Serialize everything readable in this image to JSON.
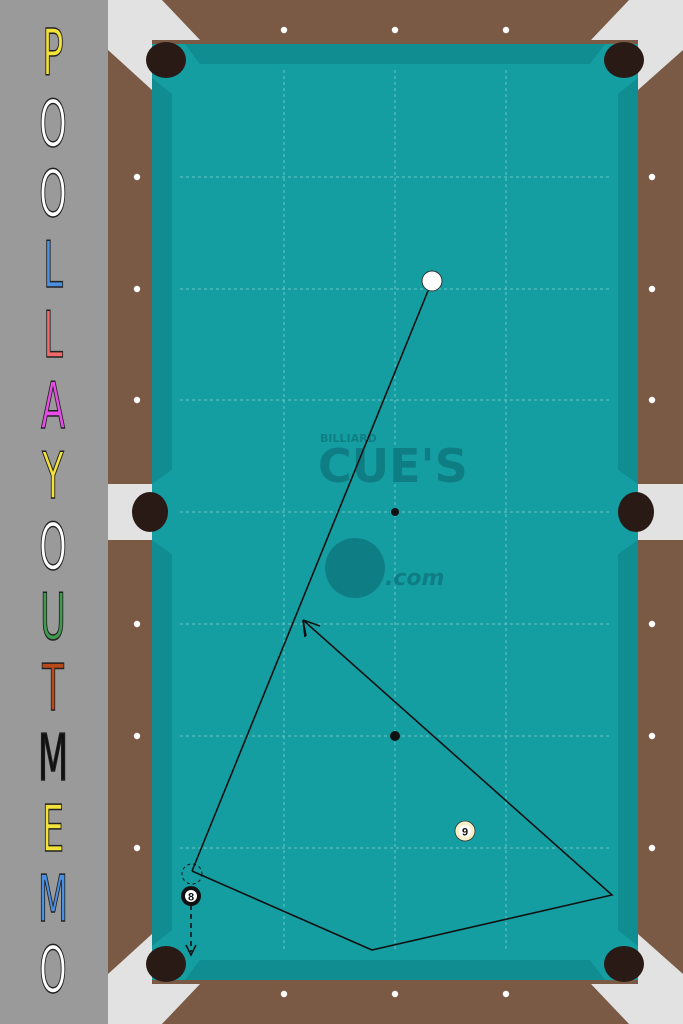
{
  "sidebar": {
    "title_letters": [
      {
        "char": "P",
        "color": "#f2e23a"
      },
      {
        "char": "O",
        "color": "#ffffff"
      },
      {
        "char": "O",
        "color": "#ffffff"
      },
      {
        "char": "L",
        "color": "#4a8fe0"
      },
      {
        "char": "L",
        "color": "#f06a6a"
      },
      {
        "char": "A",
        "color": "#e84ce8"
      },
      {
        "char": "Y",
        "color": "#f2e23a"
      },
      {
        "char": "O",
        "color": "#ffffff"
      },
      {
        "char": "U",
        "color": "#3f9a4f"
      },
      {
        "char": "T",
        "color": "#b84a1a"
      },
      {
        "char": "M",
        "color": "#111111"
      },
      {
        "char": "E",
        "color": "#f2e23a"
      },
      {
        "char": "M",
        "color": "#4a8fe0"
      },
      {
        "char": "O",
        "color": "#ffffff"
      }
    ]
  },
  "watermark": {
    "small": "BILLIARD",
    "big": "CUE'S",
    "com": ".com"
  },
  "balls": {
    "cue": {
      "label": ""
    },
    "eight": {
      "label": "8"
    },
    "nine": {
      "label": "9"
    }
  },
  "colors": {
    "felt": "#159ea2",
    "felt_dark": "#0f8488",
    "rail_wood": "#7a5a45",
    "pocket": "#2a1a16",
    "watermark": "#0f7e84"
  }
}
